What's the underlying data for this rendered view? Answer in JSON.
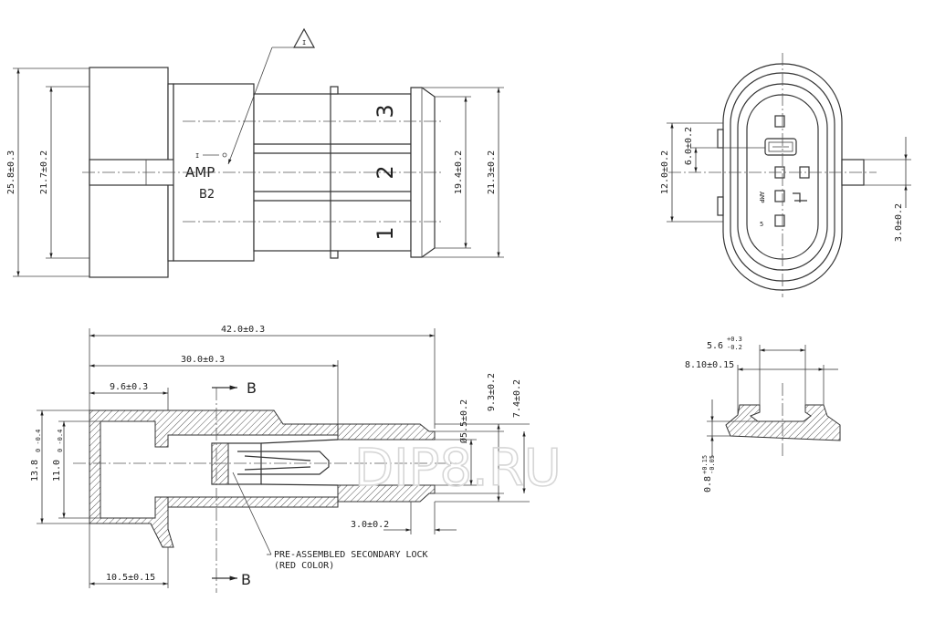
{
  "watermark": "DIP8.RU",
  "note_symbol": "I",
  "top_view": {
    "brand": "AMP",
    "code": "B2",
    "pin_labels": [
      "3",
      "2",
      "1"
    ],
    "dims": {
      "overall_height": "25.8±0.3",
      "body_height": "21.7±0.2",
      "front_height": "19.4±0.2",
      "flange_height": "21.3±0.2"
    }
  },
  "end_view": {
    "brand": "AMP",
    "mark": "5",
    "dims": {
      "height_a": "12.0±0.2",
      "height_b": "6.0±0.2",
      "latch": "3.0±0.2"
    }
  },
  "section_view": {
    "section_label": "B",
    "dims": {
      "overall_length": "42.0±0.3",
      "length_30": "30.0±0.3",
      "length_9_6": "9.6±0.3",
      "height_13_8": "13.8",
      "height_13_8_tol": "0 -0.4",
      "height_11": "11.0",
      "height_11_tol": "0 -0.4",
      "diameter": "Ø5.5±0.2",
      "dim_9_3": "9.3±0.2",
      "dim_7_4": "7.4±0.2",
      "dim_3_0": "3.0±0.2",
      "dim_10_5": "10.5±0.15"
    },
    "callout_line1": "PRE-ASSEMBLED SECONDARY LOCK",
    "callout_line2": "(RED COLOR)"
  },
  "detail_view": {
    "dims": {
      "width_5_6": "5.6",
      "width_5_6_tol_up": "+0.3",
      "width_5_6_tol_dn": "-0.2",
      "width_8_1": "8.10±0.15",
      "thk": "0.8",
      "thk_tol_up": "+0.15",
      "thk_tol_dn": "-0.05"
    }
  }
}
